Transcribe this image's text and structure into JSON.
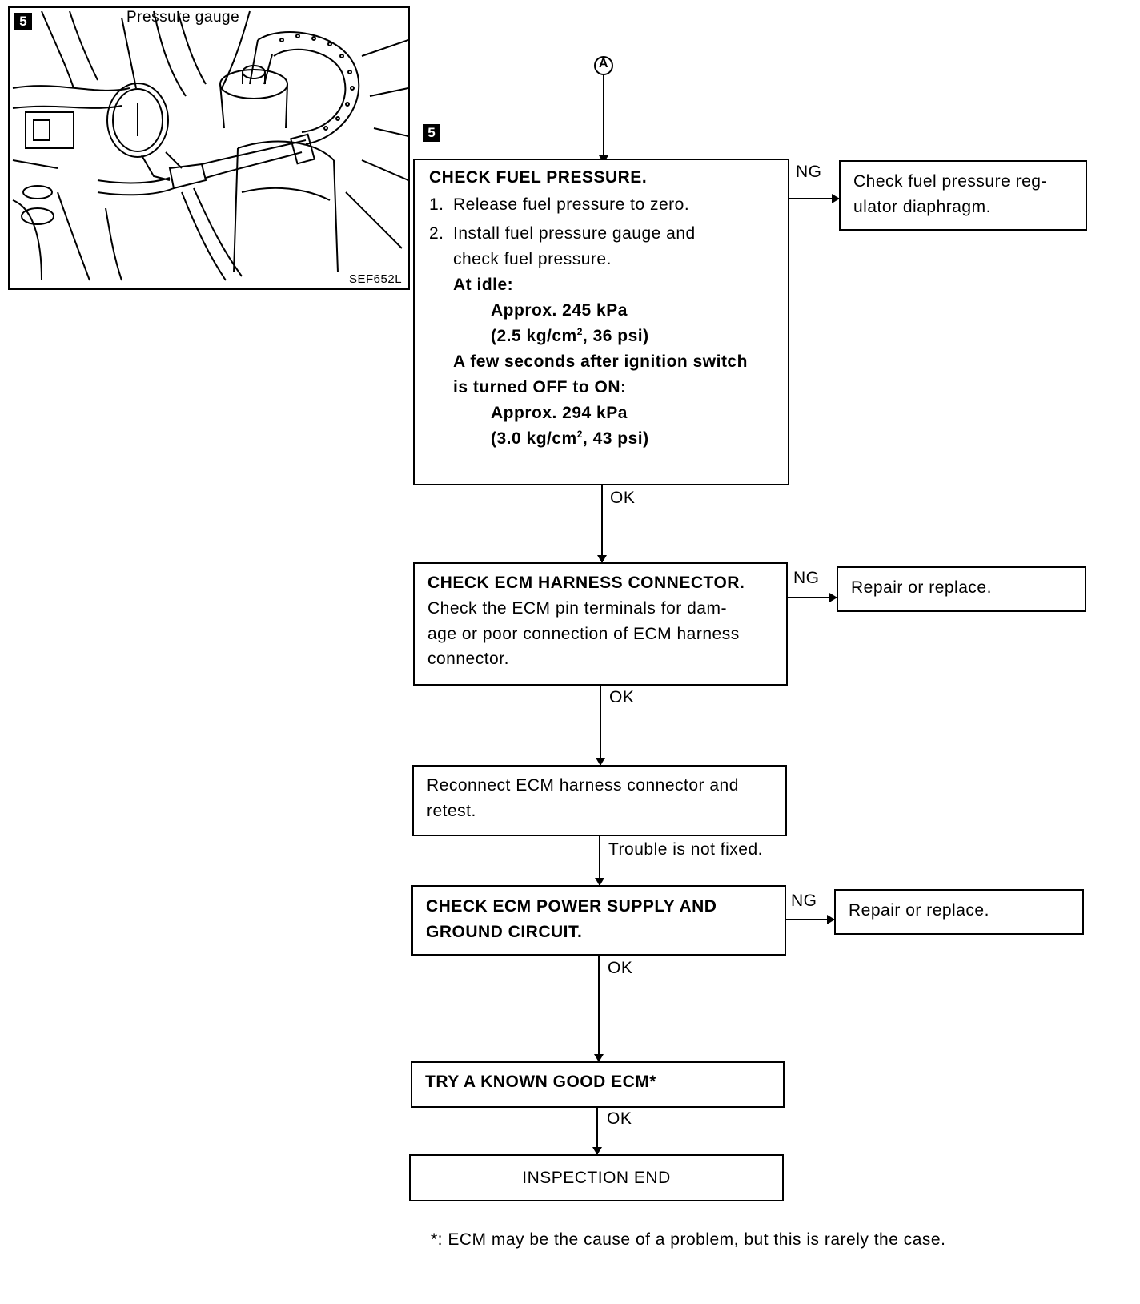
{
  "figure": {
    "marker": "5",
    "pressure_gauge_label": "Pressure gauge",
    "code": "SEF652L"
  },
  "flow": {
    "connector_a": "A",
    "step_marker": "5",
    "check_fuel_pressure": {
      "title": "CHECK FUEL PRESSURE.",
      "step1_num": "1.",
      "step1": "Release fuel pressure to zero.",
      "step2_num": "2.",
      "step2_line1": "Install fuel pressure gauge and",
      "step2_line2": "check fuel pressure.",
      "at_idle": "At idle:",
      "idle_value": "Approx. 245 kPa",
      "idle_alt_a": "(2.5 kg/cm",
      "idle_alt_sup": "2",
      "idle_alt_b": ", 36 psi)",
      "after_line1": "A few seconds after ignition switch",
      "after_line2": "is turned OFF to ON:",
      "on_value": "Approx. 294 kPa",
      "on_alt_a": "(3.0 kg/cm",
      "on_alt_sup": "2",
      "on_alt_b": ", 43 psi)"
    },
    "ng1_label": "NG",
    "ng1_line1": "Check fuel pressure reg-",
    "ng1_line2": "ulator diaphragm.",
    "ok1_label": "OK",
    "check_ecm_connector": {
      "title": "CHECK ECM HARNESS CONNECTOR.",
      "line1": "Check the ECM pin terminals for dam-",
      "line2": "age or poor connection of ECM harness",
      "line3": "connector."
    },
    "ng2_label": "NG",
    "ng2_text": "Repair or replace.",
    "ok2_label": "OK",
    "reconnect": {
      "line1": "Reconnect ECM harness connector and",
      "line2": "retest."
    },
    "trouble_label": "Trouble is not fixed.",
    "check_power": {
      "line1": "CHECK ECM POWER SUPPLY AND",
      "line2": "GROUND CIRCUIT."
    },
    "ng3_label": "NG",
    "ng3_text": "Repair or replace.",
    "ok3_label": "OK",
    "try_ecm": "TRY A KNOWN GOOD ECM*",
    "ok4_label": "OK",
    "end": "INSPECTION END",
    "footnote": "*: ECM may be the cause of a problem, but this is rarely the case."
  }
}
